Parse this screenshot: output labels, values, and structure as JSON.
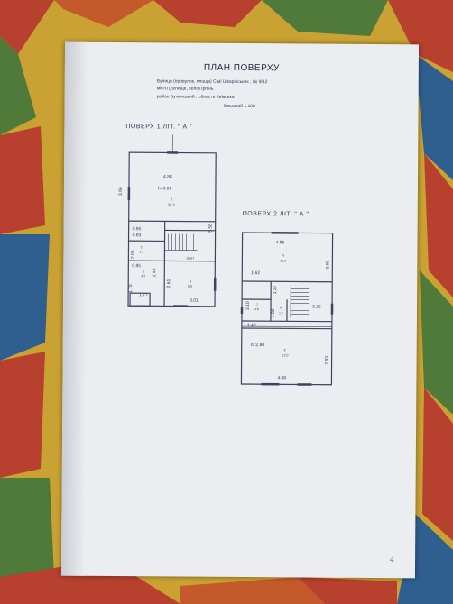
{
  "page": {
    "title": "ПЛАН ПОВЕРХУ",
    "address_line": "Вулиця (провулок, площа)  Сімї Шкарівських  ,  № 9/12",
    "city_line": "місто (селище, село)  Ірпінь",
    "district_line": "район  Бучанський  , область  Київська",
    "scale_line": "Масштаб 1:100",
    "page_number": "4"
  },
  "floor1": {
    "header": "ПОВЕРХ   1   ЛІТ. \" А \"",
    "rooms": [
      {
        "num": "2",
        "area": "26.3"
      },
      {
        "num": "3",
        "area": "1.1"
      },
      {
        "num": "4",
        "area": "8.5"
      },
      {
        "num": "1",
        "area": "3.3"
      }
    ],
    "dims": {
      "top_width": "4.88",
      "height": "h=3.00",
      "left_big": "3.66",
      "right_big": "5.58",
      "d095a": "0.95",
      "d083": "0.83",
      "d206": "2.06",
      "d095b": "0.95",
      "d170": "1.70",
      "d177": "1.77",
      "d246": "2.46",
      "d261": "2.61",
      "d301": "3.01",
      "stair_a": "36.67",
      "stair_b": "37"
    }
  },
  "floor2": {
    "header": "ПОВЕРХ   2   ЛІТ. \" А \"",
    "rooms": [
      {
        "num": "6",
        "area": "16.6"
      },
      {
        "num": "7",
        "area": "4.6"
      },
      {
        "num": "8",
        "area": "1.7"
      },
      {
        "num": "9",
        "area": "13.0"
      }
    ],
    "dims": {
      "top_width": "4.86",
      "d162": "1.62",
      "d365": "3.65",
      "d127": "1.27",
      "d310": "3.10",
      "d180": "1.80",
      "d325": "3.25",
      "d149": "1.49",
      "height": "h=2.80",
      "d283": "2.83",
      "bottom_width": "4.86"
    }
  },
  "colors": {
    "paper": "#ecedf0",
    "ink": "#2b3b56",
    "carpet_yellow": "#c9a233",
    "carpet_red": "#b8402e",
    "carpet_green": "#4f7a3a",
    "carpet_blue": "#2f5f8f"
  }
}
